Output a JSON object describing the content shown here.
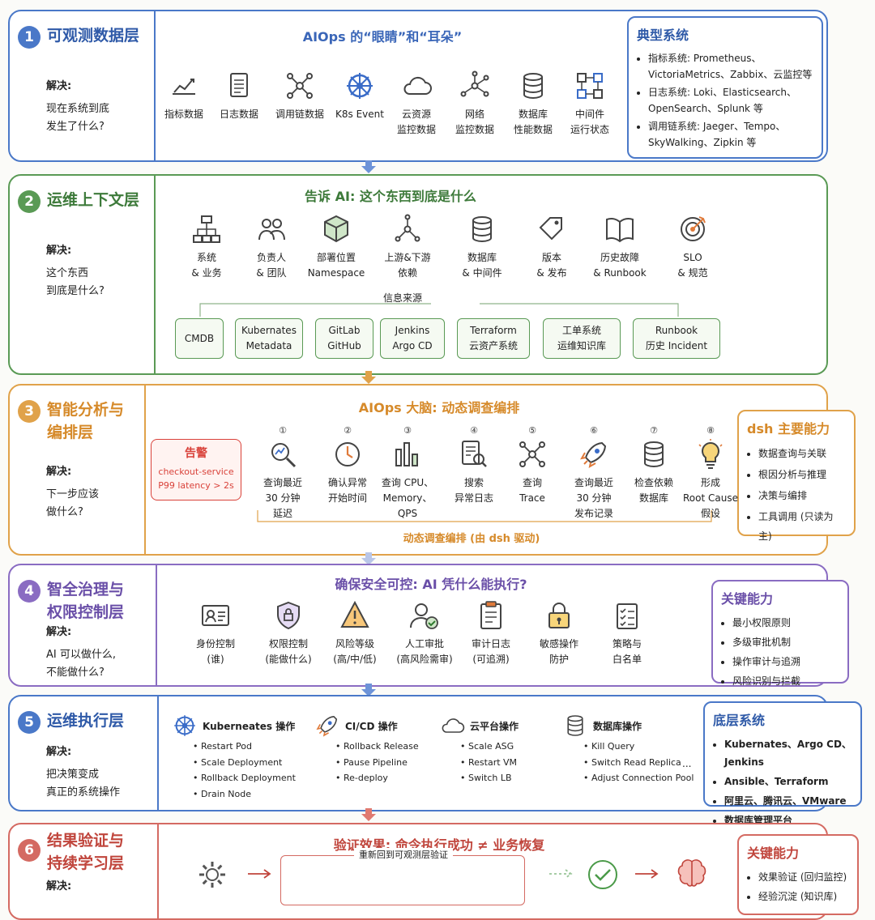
{
  "layers": [
    {
      "num": "1",
      "title": "可观测数据层",
      "solve_label": "解决:",
      "solve_text": [
        "现在系统到底",
        "发生了什么?"
      ],
      "section_title": "AIOps 的“眼睛”和“耳朵”",
      "items": [
        [
          "指标数据"
        ],
        [
          "日志数据"
        ],
        [
          "调用链数据"
        ],
        [
          "K8s Event"
        ],
        [
          "云资源",
          "监控数据"
        ],
        [
          "网络",
          "监控数据"
        ],
        [
          "数据库",
          "性能数据"
        ],
        [
          "中间件",
          "运行状态"
        ]
      ],
      "side_title": "典型系统",
      "side_items": [
        "指标系统: Prometheus、VictoriaMetrics、Zabbix、云监控等",
        "日志系统: Loki、Elasticsearch、OpenSearch、Splunk 等",
        "调用链系统: Jaeger、Tempo、SkyWalking、Zipkin 等"
      ]
    },
    {
      "num": "2",
      "title": "运维上下文层",
      "solve_label": "解决:",
      "solve_text": [
        "这个东西",
        "到底是什么?"
      ],
      "section_title": "告诉 AI: 这个东西到底是什么",
      "items": [
        [
          "系统",
          "& 业务"
        ],
        [
          "负责人",
          "& 团队"
        ],
        [
          "部署位置",
          "Namespace"
        ],
        [
          "上游&下游",
          "依赖"
        ],
        [
          "数据库",
          "& 中间件"
        ],
        [
          "版本",
          "& 发布"
        ],
        [
          "历史故障",
          "& Runbook"
        ],
        [
          "SLO",
          "& 规范"
        ]
      ],
      "sources_label": "信息来源",
      "sources": [
        [
          "CMDB"
        ],
        [
          "Kubernates",
          "Metadata"
        ],
        [
          "GitLab",
          "GitHub"
        ],
        [
          "Jenkins",
          "Argo CD"
        ],
        [
          "Terraform",
          "云资产系统"
        ],
        [
          "工单系统",
          "运维知识库"
        ],
        [
          "Runbook",
          "历史 Incident"
        ]
      ]
    },
    {
      "num": "3",
      "title_lines": [
        "智能分析与",
        "编排层"
      ],
      "solve_label": "解决:",
      "solve_text": [
        "下一步应该",
        "做什么?"
      ],
      "section_title": "AIOps 大脑: 动态调查编排",
      "alert_title": "告警",
      "alert_lines": [
        "checkout-service",
        "P99 latency > 2s"
      ],
      "steps": [
        {
          "n": "①",
          "lines": [
            "查询最近",
            "30 分钟",
            "延迟"
          ]
        },
        {
          "n": "②",
          "lines": [
            "确认异常",
            "开始时间"
          ]
        },
        {
          "n": "③",
          "lines": [
            "查询 CPU、",
            "Memory、",
            "QPS"
          ]
        },
        {
          "n": "④",
          "lines": [
            "搜索",
            "异常日志"
          ]
        },
        {
          "n": "⑤",
          "lines": [
            "查询",
            "Trace"
          ]
        },
        {
          "n": "⑥",
          "lines": [
            "查询最近",
            "30 分钟",
            "发布记录"
          ]
        },
        {
          "n": "⑦",
          "lines": [
            "检查依赖",
            "数据库"
          ]
        },
        {
          "n": "⑧",
          "lines": [
            "形成",
            "Root Cause",
            "假设"
          ]
        }
      ],
      "footer": "动态调查编排 (由 dsh 驱动)",
      "side_title": "dsh 主要能力",
      "side_items": [
        "数据查询与关联",
        "根因分析与推理",
        "决策与编排",
        "工具调用 (只读为主)"
      ]
    },
    {
      "num": "4",
      "title_lines": [
        "智全治理与",
        "权限控制层"
      ],
      "solve_label": "解决:",
      "solve_text": [
        "AI 可以做什么,",
        "不能做什么?"
      ],
      "section_title": "确保安全可控: AI 凭什么能执行?",
      "items": [
        [
          "身份控制",
          "(谁)"
        ],
        [
          "权限控制",
          "(能做什么)"
        ],
        [
          "风险等级",
          "(高/中/低)"
        ],
        [
          "人工审批",
          "(高风险需审)"
        ],
        [
          "审计日志",
          "(可追溯)"
        ],
        [
          "敏感操作",
          "防护"
        ],
        [
          "策略与",
          "白名单"
        ]
      ],
      "side_title": "关键能力",
      "side_items": [
        "最小权限原则",
        "多级审批机制",
        "操作审计与追溯",
        "风险识别与拦截"
      ]
    },
    {
      "num": "5",
      "title": "运维执行层",
      "solve_label": "解决:",
      "solve_text": [
        "把决策变成",
        "真正的系统操作"
      ],
      "ops": [
        {
          "title": "Kuberneates 操作",
          "items": [
            "Restart Pod",
            "Scale Deployment",
            "Rollback Deployment",
            "Drain Node"
          ]
        },
        {
          "title": "CI/CD 操作",
          "items": [
            "Rollback Release",
            "Pause Pipeline",
            "Re-deploy"
          ]
        },
        {
          "title": "云平台操作",
          "items": [
            "Scale ASG",
            "Restart VM",
            "Switch LB"
          ]
        },
        {
          "title": "数据库操作",
          "items": [
            "Kill Query",
            "Switch Read Replica",
            "Adjust Connection Pool"
          ]
        }
      ],
      "more": "...",
      "side_title": "底层系统",
      "side_items": [
        "Kubernates、Argo CD、Jenkins",
        "Ansible、Terraform",
        "阿里云、腾讯云、VMware",
        "数据库管理平台"
      ]
    },
    {
      "num": "6",
      "title_lines": [
        "结果验证与",
        "持续学习层"
      ],
      "solve_label": "解决:",
      "section_title": "验证效果: 命令执行成功 ≠ 业务恢复",
      "sub_label": "重新回到可观测层验证",
      "side_title": "关键能力",
      "side_items": [
        "效果验证 (回归监控)",
        "经验沉淀 (知识库)"
      ]
    }
  ],
  "colors": {
    "l1": "#4a78c8",
    "l2": "#5a9a55",
    "l3": "#e0a24a",
    "l4": "#8a6cc2",
    "l5": "#4a78c8",
    "l6": "#d46a62",
    "alert": "#d9423a"
  }
}
